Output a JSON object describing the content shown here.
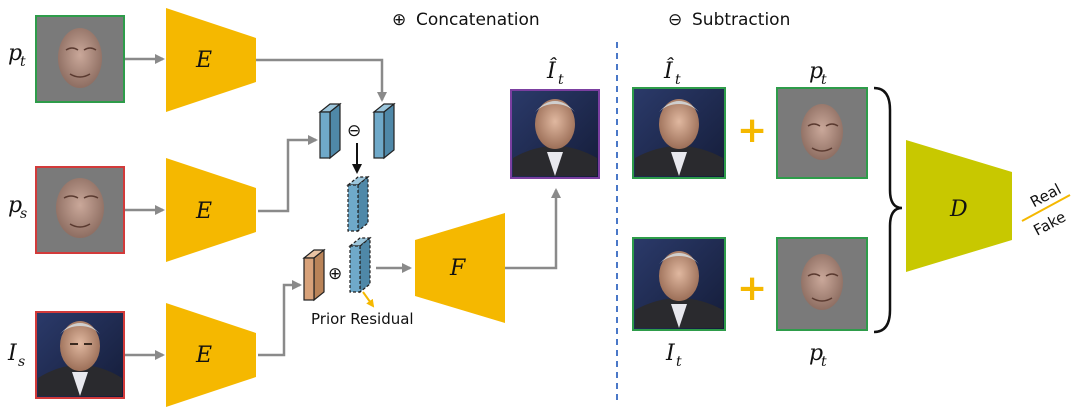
{
  "legend": {
    "concat_symbol": "⊕",
    "concat_label": "Concatenation",
    "subtract_symbol": "⊖",
    "subtract_label": "Subtraction"
  },
  "inputs": [
    {
      "var": "p",
      "sub": "t",
      "border": "#2e9c4a"
    },
    {
      "var": "p",
      "sub": "s",
      "border": "#d23a3a"
    },
    {
      "var": "I",
      "sub": "s",
      "border": "#d23a3a"
    }
  ],
  "encoders": {
    "label": "E"
  },
  "fuser": {
    "label": "F"
  },
  "discriminator": {
    "label": "D"
  },
  "ops": {
    "subtract": "⊖",
    "concat": "⊕",
    "plus": "+"
  },
  "prior_residual": "Prior Residual",
  "output": {
    "var": "Î",
    "sub": "t",
    "border": "#7b3fa0"
  },
  "pairs": {
    "top_left": {
      "var": "Î",
      "sub": "t"
    },
    "top_right": {
      "var": "p",
      "sub": "t"
    },
    "bottom_left": {
      "var": "I",
      "sub": "t"
    },
    "bottom_right": {
      "var": "p",
      "sub": "t"
    }
  },
  "classes": {
    "real": "Real",
    "fake": "Fake"
  },
  "colors": {
    "encoder": "#f5b800",
    "discriminator": "#c8c800",
    "feature": "#6fa9c9",
    "prior": "#d8a27a",
    "arrow": "#8a8a8a",
    "divider": "#4a78c8",
    "plus": "#f5b800"
  }
}
